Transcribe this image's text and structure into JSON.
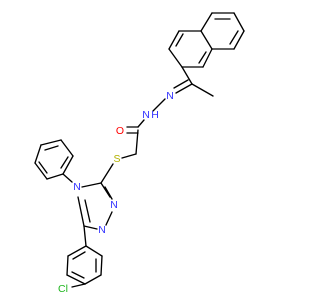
{
  "atom_labels": {
    "o_carbonyl": "O",
    "n_nh": "N",
    "h_nh": "H",
    "n_imine": "N",
    "s_thioether": "S",
    "n_ring_4": "N",
    "n_ring_2": "N",
    "n_ring_1": "N",
    "cl": "Cl"
  },
  "colors": {
    "bond": "#000000",
    "nitrogen": "#3333ff",
    "oxygen": "#ff0000",
    "sulfur": "#b2b200",
    "chlorine": "#1fb61f"
  }
}
